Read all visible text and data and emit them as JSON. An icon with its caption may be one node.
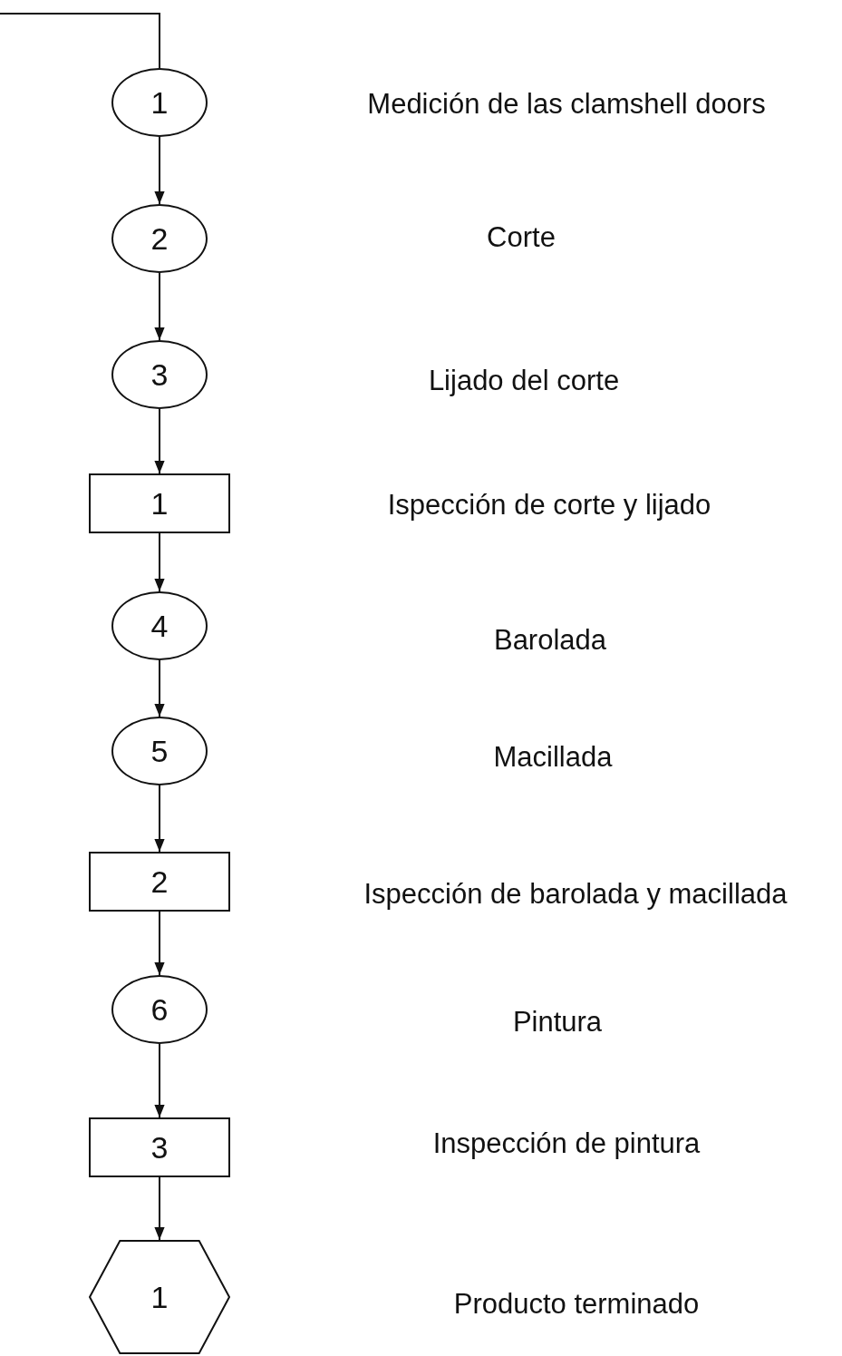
{
  "diagram": {
    "nodes": [
      {
        "text": [
          "1"
        ]
      },
      {
        "text": [
          "2"
        ]
      },
      {
        "text": [
          "3"
        ]
      },
      {
        "text": [
          "1"
        ]
      },
      {
        "text": [
          "4"
        ]
      },
      {
        "text": [
          "5"
        ]
      },
      {
        "text": [
          "2"
        ]
      },
      {
        "text": [
          "6"
        ]
      },
      {
        "text": [
          "3"
        ]
      },
      {
        "text": [
          "1"
        ]
      }
    ],
    "edges": [
      {
        "from": null,
        "to": 0,
        "arrow": "none"
      },
      {
        "from": 0,
        "to": 1,
        "arrow": "to"
      },
      {
        "from": 1,
        "to": 2,
        "arrow": "to"
      },
      {
        "from": 2,
        "to": 3,
        "arrow": "to"
      },
      {
        "from": 3,
        "to": 4,
        "arrow": "to"
      },
      {
        "from": 4,
        "to": 5,
        "arrow": "to"
      },
      {
        "from": 5,
        "to": 6,
        "arrow": "to"
      },
      {
        "from": 6,
        "to": 7,
        "arrow": "to"
      },
      {
        "from": 7,
        "to": 8,
        "arrow": "to"
      },
      {
        "from": 8,
        "to": 9,
        "arrow": "to"
      }
    ],
    "labels": [
      "Medición de las clamshell doors",
      "Corte",
      "Lijado del corte",
      "Ispección de corte y lijado",
      "Barolada",
      "Macillada",
      "Ispección de barolada y macillada",
      "Pintura",
      "Inspección de pintura",
      "Producto terminado"
    ]
  }
}
